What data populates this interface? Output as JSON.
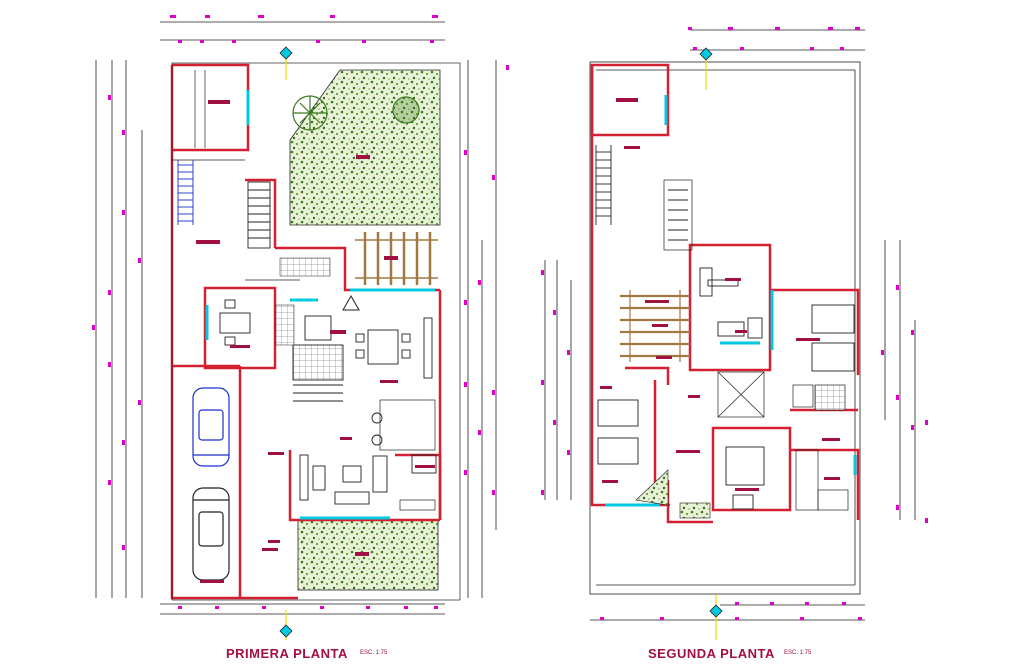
{
  "plans": [
    {
      "title": "PRIMERA PLANTA",
      "scale": "ESC. 1:75"
    },
    {
      "title": "SEGUNDA PLANTA",
      "scale": "ESC. 1:75"
    }
  ],
  "colors": {
    "wall": "#d42030",
    "detail": "#222222",
    "dim_mark": "#e000c8",
    "room_label": "#a01040",
    "glass": "#00c8e0",
    "green": "#3c7a1e",
    "stair_blue": "#1a2fd0",
    "axis": "#e6e600",
    "pergola": "#a07840",
    "title": "#a01040"
  }
}
